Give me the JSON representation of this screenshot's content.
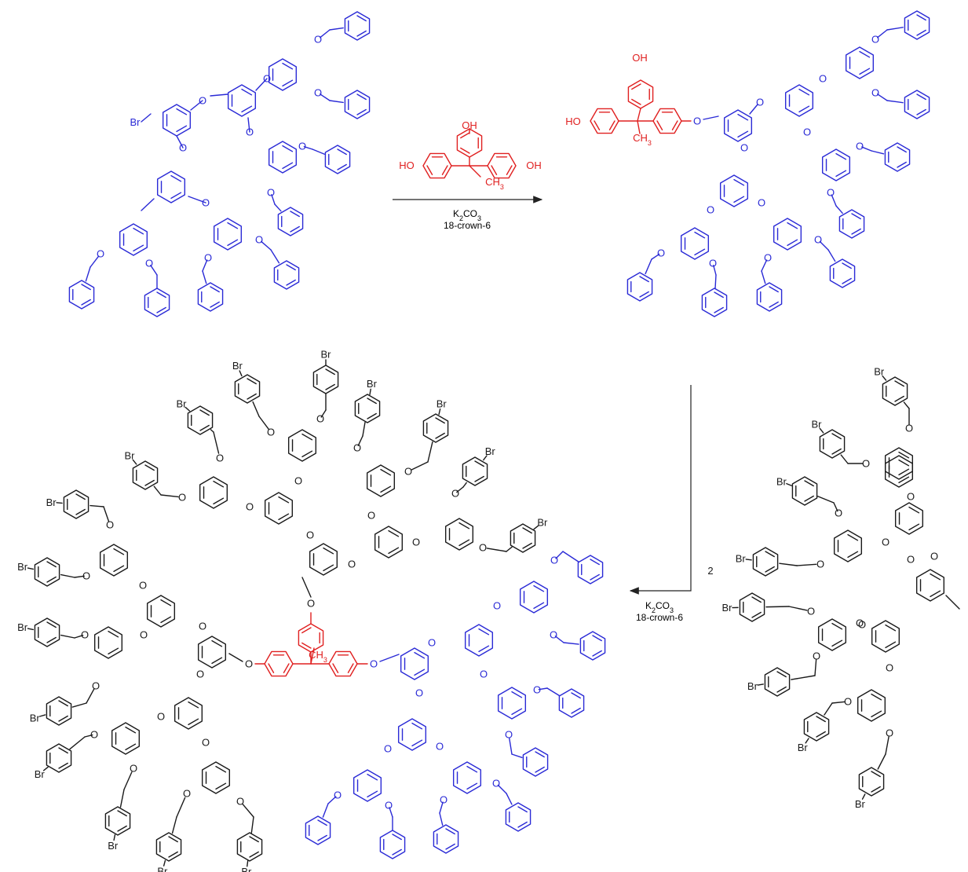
{
  "colors": {
    "blue_dendron": "#2a2ad6",
    "red_core": "#e02020",
    "black_dendron": "#1a1a1a",
    "arrow": "#222222"
  },
  "reagent_core": {
    "oh_top": "OH",
    "oh_left": "HO",
    "oh_right": "OH",
    "methyl": "CH3"
  },
  "step1": {
    "conditions_line1": "K2CO3",
    "conditions_line2": "18-crown-6"
  },
  "step2": {
    "equivalents": "2",
    "conditions_line1": "K2CO3",
    "conditions_line2": "18-crown-6"
  },
  "labels": {
    "bromine": "Br",
    "oxygen": "O",
    "hydroxyl_left": "HO",
    "hydroxyl_top": "OH",
    "methyl": "CH3"
  }
}
